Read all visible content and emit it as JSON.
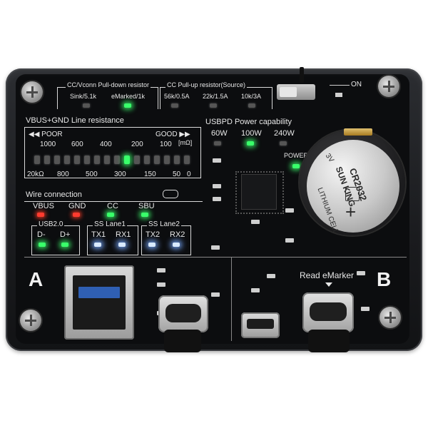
{
  "board": {
    "cc_pulldown_title": "CC/Vconn Pull-down resistor",
    "cc_pulldown_labels": [
      "Sink/5.1k",
      "eMarked/1k"
    ],
    "cc_pullup_title": "CC Pull-up resistor(Source)",
    "cc_pullup_labels": [
      "56k/0.5A",
      "22k/1.5A",
      "10k/3A"
    ],
    "on_label": "ON",
    "line_resistance_title": "VBUS+GND Line resistance",
    "poor_label": "◀◀ POOR",
    "good_label": "GOOD ▶▶",
    "unit_label": "[mΩ]",
    "scale_top": [
      "1000",
      "600",
      "400",
      "200",
      "100"
    ],
    "scale_bottom": [
      "20kΩ",
      "800",
      "500",
      "300",
      "150",
      "50",
      "0"
    ],
    "pd_title": "USBPD Power capability",
    "pd_labels": [
      "60W",
      "100W",
      "240W"
    ],
    "power_label": "POWER",
    "wire_title": "Wire connection",
    "wire_labels": [
      "VBUS",
      "GND",
      "CC",
      "SBU"
    ],
    "usb2_title": "USB2.0",
    "usb2_labels": [
      "D-",
      "D+"
    ],
    "ss1_title": "SS Lane1",
    "ss1_labels": [
      "TX1",
      "RX1"
    ],
    "ss2_title": "SS Lane2",
    "ss2_labels": [
      "TX2",
      "RX2"
    ],
    "port_a": "A",
    "port_b": "B",
    "read_emarker": "Read eMarker"
  },
  "battery": {
    "model": "CR2032",
    "brand": "SUN KING",
    "voltage": "3V",
    "type": "LITHIUM CELL",
    "plus": "+"
  },
  "colors": {
    "led_red": "#ff3b2f",
    "led_green": "#39ff6a",
    "led_blue": "#d9eaff",
    "pcb": "#0c0d0f"
  }
}
